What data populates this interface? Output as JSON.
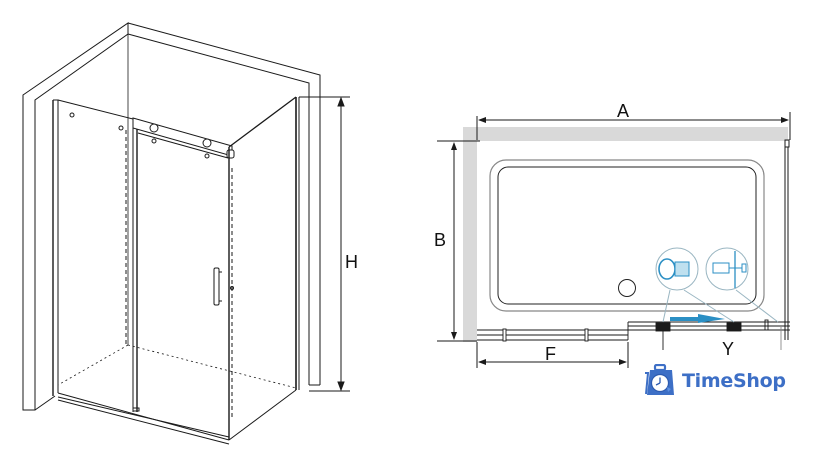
{
  "diagram": {
    "type": "technical-drawing",
    "subject": "sliding door shower enclosure",
    "views": [
      {
        "name": "isometric-view",
        "dimension_labels": [
          "H"
        ]
      },
      {
        "name": "plan-view",
        "dimension_labels": [
          "A",
          "B",
          "F",
          "Y"
        ]
      }
    ]
  },
  "labels": {
    "height": "H",
    "width": "A",
    "depth": "B",
    "door_opening": "F",
    "detail": "Y"
  },
  "logo": {
    "text": "TimeShop",
    "icon": "clock-briefcase-icon",
    "color": "#3d6fc6"
  },
  "colors": {
    "line": "#1a1a1a",
    "wall_fill": "#d9d9d9",
    "detail_accent": "#2b8fc4",
    "detail_circle": "#9ab6c2"
  }
}
